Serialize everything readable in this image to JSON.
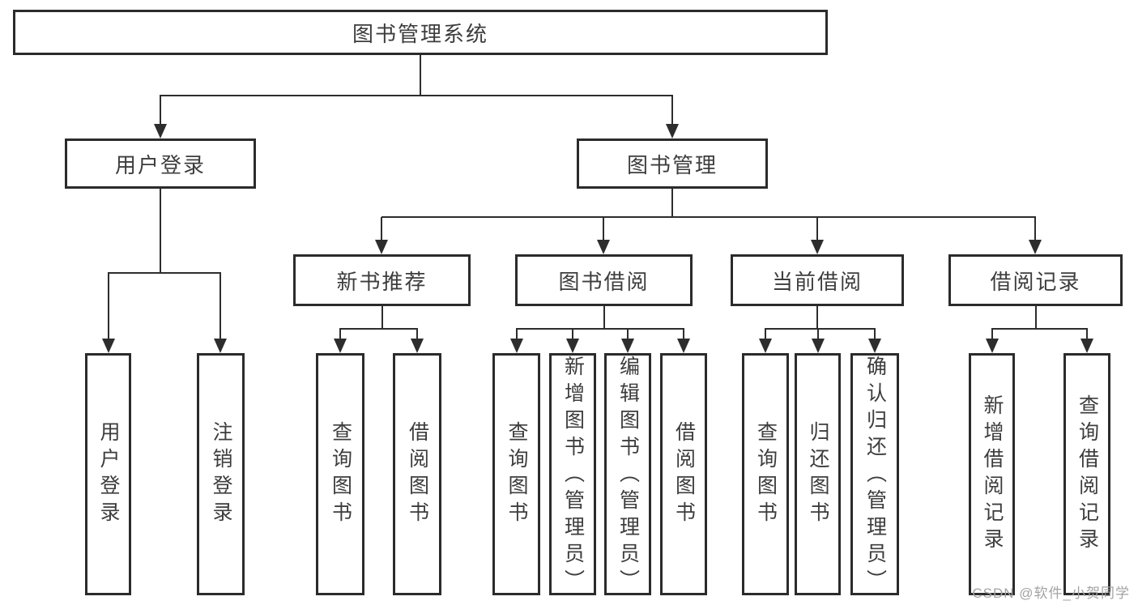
{
  "diagram": {
    "root": "图书管理系统",
    "level2": {
      "user": "用户登录",
      "book": "图书管理"
    },
    "user_children": [
      "用户登录",
      "注销登录"
    ],
    "modules": [
      "新书推荐",
      "图书借阅",
      "当前借阅",
      "借阅记录"
    ],
    "module_children": {
      "new_rec": [
        "查询图书",
        "借阅图书"
      ],
      "book_borrow": [
        "查询图书",
        "新增图书（管理员）",
        "编辑图书（管理员）",
        "借阅图书"
      ],
      "current_borrow": [
        "查询图书",
        "归还图书",
        "确认归还（管理员）"
      ],
      "borrow_record": [
        "新增借阅记录",
        "查询借阅记录"
      ]
    }
  },
  "watermark": "CSDN @软件_小贺同学",
  "colors": {
    "line": "#2d2d2d",
    "border": "#2b2b2b",
    "text": "#3d3d3d",
    "watermark": "#a3a3a3",
    "background": "#ffffff"
  }
}
